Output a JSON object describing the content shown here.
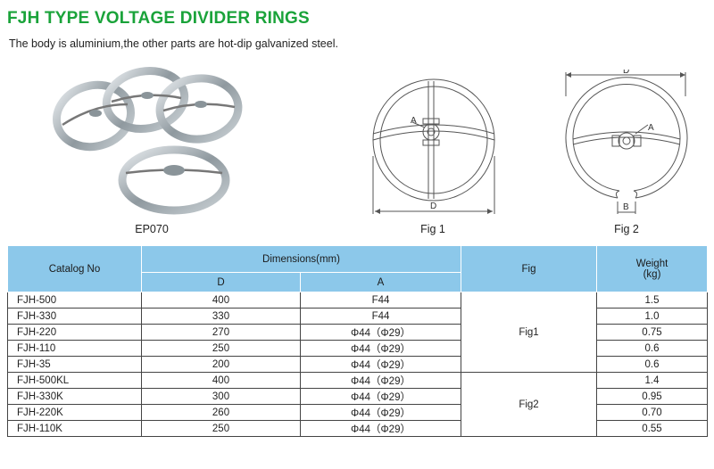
{
  "title": "FJH TYPE VOLTAGE DIVIDER RINGS",
  "subtitle": "The body is aluminium,the other parts are hot-dip galvanized steel.",
  "figures": {
    "photo_caption": "EP070",
    "fig1_caption": "Fig 1",
    "fig2_caption": "Fig 2",
    "fig1_labels": {
      "a": "A",
      "d": "D"
    },
    "fig2_labels": {
      "a": "A",
      "d": "D",
      "b": "B"
    }
  },
  "table": {
    "headers": {
      "catalog": "Catalog No",
      "dimensions": "Dimensions(mm)",
      "d": "D",
      "a": "A",
      "fig": "Fig",
      "weight": "Weight",
      "weight_unit": "(kg)"
    },
    "rows": [
      {
        "catalog": "FJH-500",
        "d": "400",
        "a": "F44",
        "weight": "1.5"
      },
      {
        "catalog": "FJH-330",
        "d": "330",
        "a": "F44",
        "weight": "1.0"
      },
      {
        "catalog": "FJH-220",
        "d": "270",
        "a": "Φ44（Φ29）",
        "weight": "0.75"
      },
      {
        "catalog": "FJH-110",
        "d": "250",
        "a": "Φ44（Φ29）",
        "weight": "0.6"
      },
      {
        "catalog": "FJH-35",
        "d": "200",
        "a": "Φ44（Φ29）",
        "weight": "0.6"
      },
      {
        "catalog": "FJH-500KL",
        "d": "400",
        "a": "Φ44（Φ29）",
        "weight": "1.4"
      },
      {
        "catalog": "FJH-330K",
        "d": "300",
        "a": "Φ44（Φ29）",
        "weight": "0.95"
      },
      {
        "catalog": "FJH-220K",
        "d": "260",
        "a": "Φ44（Φ29）",
        "weight": "0.70"
      },
      {
        "catalog": "FJH-110K",
        "d": "250",
        "a": "Φ44（Φ29）",
        "weight": "0.55"
      }
    ],
    "fig_groups": [
      {
        "label": "Fig1",
        "rows": 5
      },
      {
        "label": "Fig2",
        "rows": 4
      }
    ]
  },
  "colors": {
    "title": "#1aa33a",
    "header_bg": "#8cc8ea"
  }
}
